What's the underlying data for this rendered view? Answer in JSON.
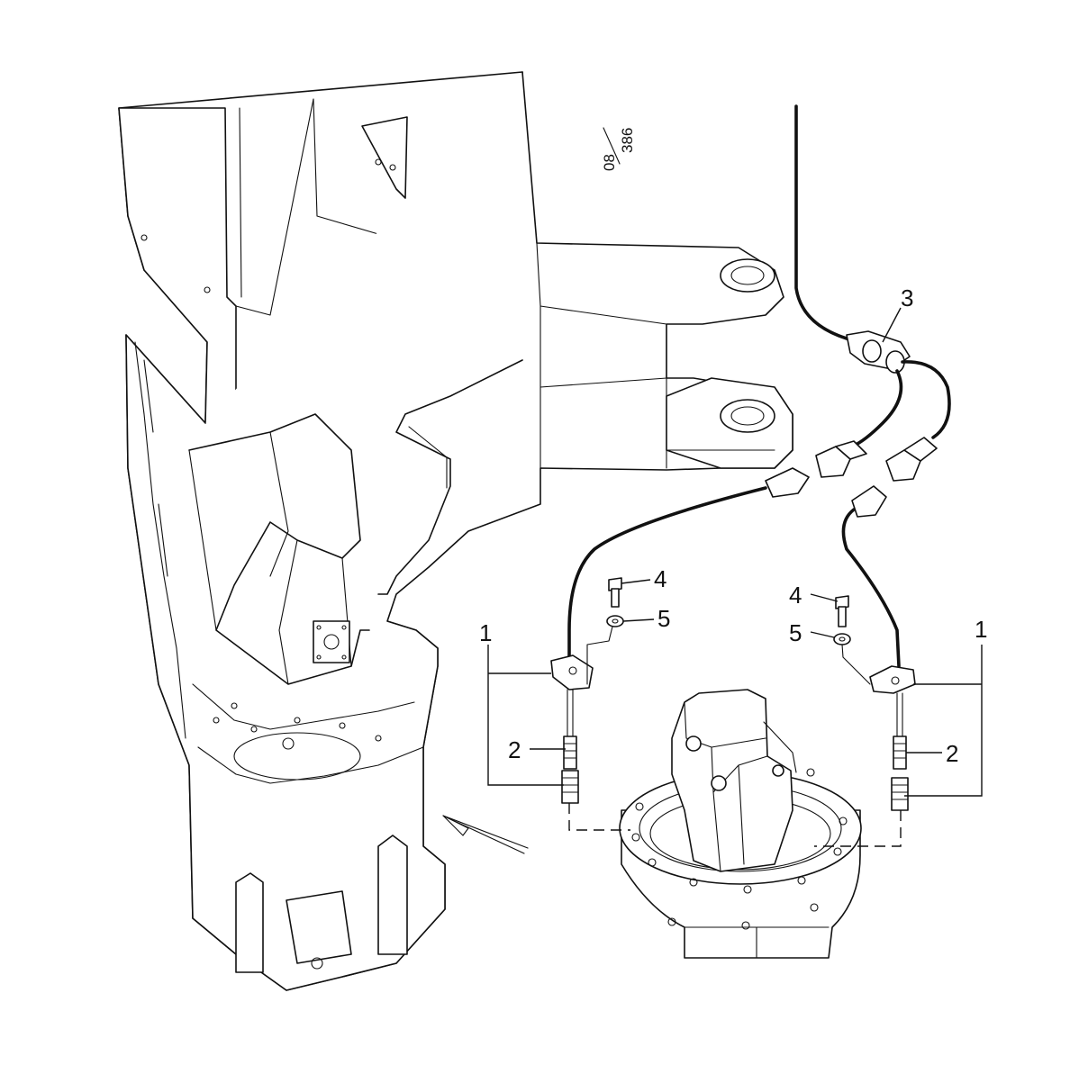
{
  "reference": {
    "top": "08",
    "bottom": "386"
  },
  "callouts": {
    "c1_left": "1",
    "c1_right": "1",
    "c2_left": "2",
    "c2_right": "2",
    "c3": "3",
    "c4_left": "4",
    "c4_right": "4",
    "c5_left": "5",
    "c5_right": "5"
  }
}
